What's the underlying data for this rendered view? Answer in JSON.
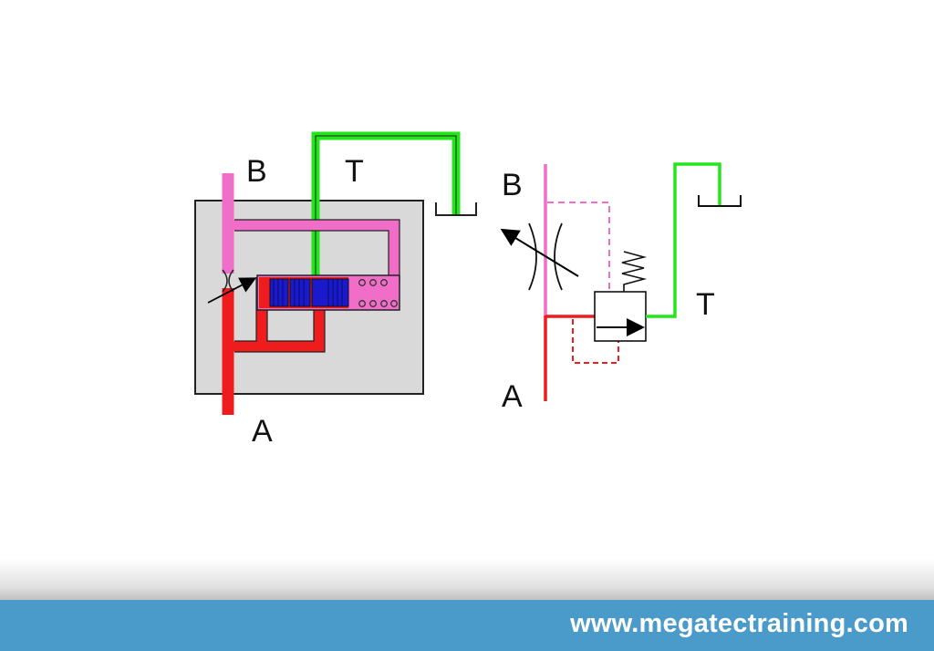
{
  "colors": {
    "port_a": "#ee1c1c",
    "port_b": "#f06ec8",
    "port_t": "#22e61a",
    "spool": "#1a1acc",
    "body": "#d9d9d9",
    "footer": "#4a9bc9"
  },
  "cutaway": {
    "label_b": "B",
    "label_t": "T",
    "label_a": "A"
  },
  "symbol": {
    "label_b": "B",
    "label_t": "T",
    "label_a": "A"
  },
  "footer": {
    "url": "www.megatectraining.com"
  }
}
